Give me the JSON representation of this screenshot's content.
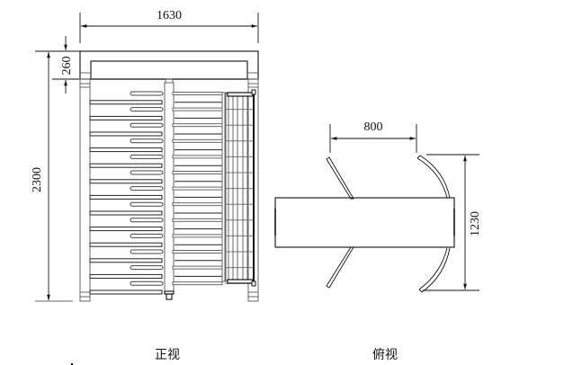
{
  "drawing": {
    "front_view": {
      "label": "正视",
      "dimensions": {
        "width": "1630",
        "header_height": "260",
        "total_height": "2300"
      },
      "arm_rows": 13
    },
    "top_view": {
      "label": "俯视",
      "dimensions": {
        "passage_width": "800",
        "depth": "1230"
      }
    }
  }
}
